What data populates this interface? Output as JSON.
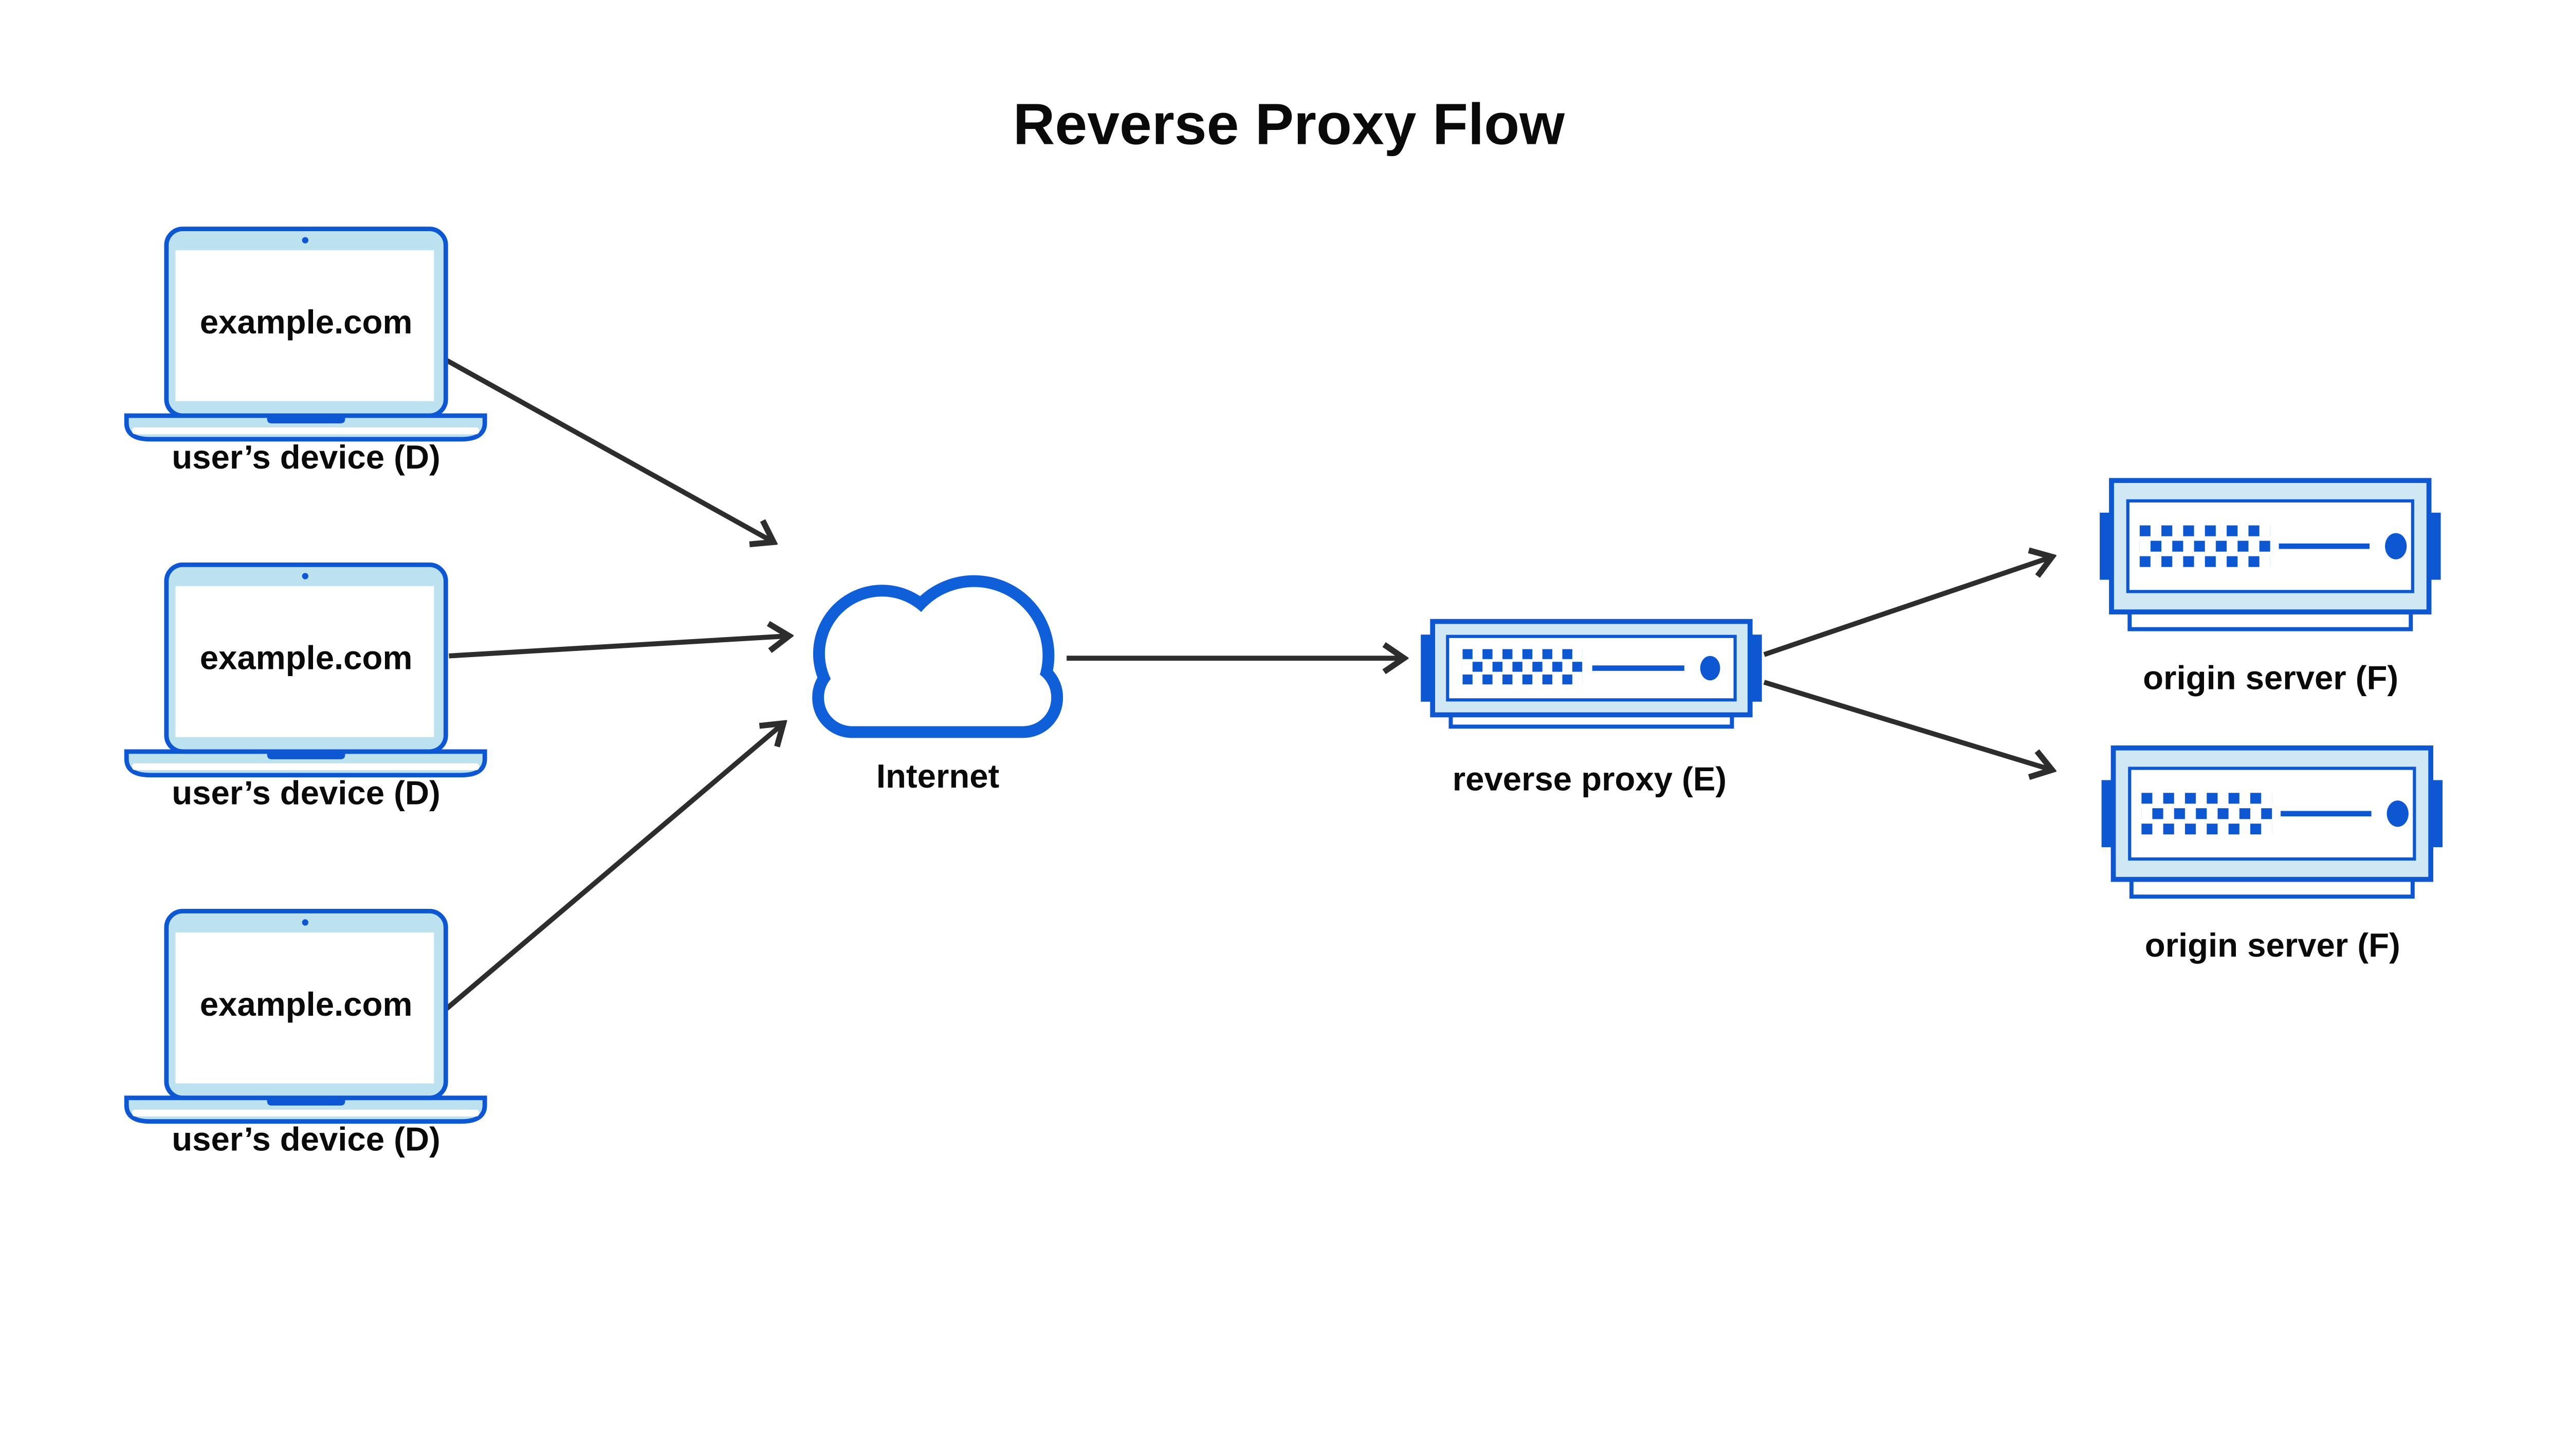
{
  "title": "Reverse Proxy Flow",
  "devices": {
    "screen_text": "example.com",
    "label": "user’s device (D)",
    "count": 3
  },
  "internet": {
    "label": "Internet"
  },
  "proxy": {
    "label": "reverse proxy (E)"
  },
  "origin": {
    "label": "origin server (F)",
    "count": 2
  },
  "icons": [
    "laptop-icon",
    "cloud-icon",
    "rack-server-icon",
    "arrow-icon"
  ],
  "colors": {
    "diagram_blue": "#0d57d3",
    "cloud_blue": "#0f5fd9",
    "laptop_fill": "#bde2ef",
    "server_fill": "#cfe8f3",
    "arrow_black": "#2d2d2d",
    "text_black": "#0a0a0a",
    "background": "#ffffff"
  }
}
